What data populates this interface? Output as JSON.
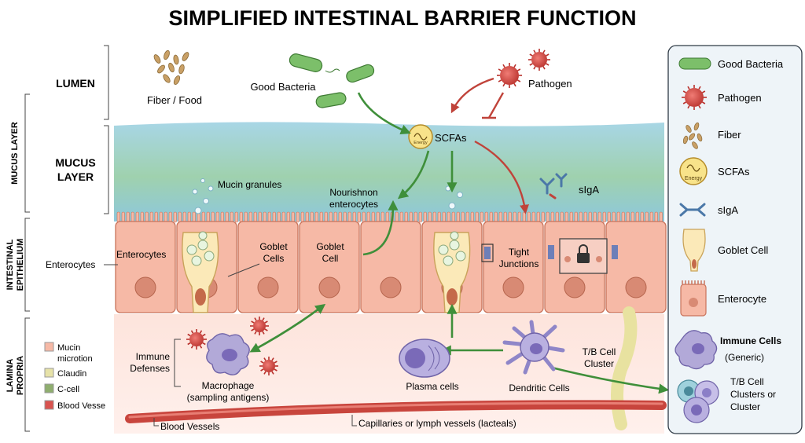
{
  "title": "SIMPLIFIED INTESTINAL BARRIER FUNCTION",
  "left_regions": [
    {
      "text": "MUCUS LAYER",
      "key": "side-mucus"
    },
    {
      "text": "INTESTINAL EPITHELIUM",
      "line1": "INTESTINAL",
      "line2": "EPITHELIUM"
    },
    {
      "text": "LAMINA PROPRIA",
      "line1": "LAMINA",
      "line2": "PROPRIA"
    }
  ],
  "zone_labels": {
    "lumen": "LUMEN",
    "mucus_line1": "MUCUS",
    "mucus_line2": "LAYER"
  },
  "labels": {
    "fiber_food": "Fiber / Food",
    "good_bacteria": "Good Bacteria",
    "pathogen": "Pathogen",
    "scfas": "SCFAs",
    "energy": "Energy",
    "mucin_granules": "Mucin granules",
    "nourish_line1": "Nourishnon",
    "nourish_line2": "enterocytes",
    "siga": "sIgA",
    "enterocytes_left": "Enterocytes",
    "enterocytes_cell": "Enterocytes",
    "goblet_cells_line1": "Goblet",
    "goblet_cells_line2": "Cells",
    "goblet_cell_line1": "Goblet",
    "goblet_cell_line2": "Cell",
    "tight_line1": "Tight",
    "tight_line2": "Junctions",
    "immune_line1": "Immune",
    "immune_line2": "Defenses",
    "macrophage_line1": "Macrophage",
    "macrophage_line2": "(sampling antigens)",
    "plasma_cells": "Plasma cells",
    "dendritic_cells": "Dendritic Cells",
    "tb_line1": "T/B Cell",
    "tb_line2": "Cluster",
    "blood_vessels": "Blood Vessels",
    "capillaries": "Capillaries or lymph vessels (lacteals)"
  },
  "mini_legend": [
    {
      "label": "Mucin",
      "label2": "microtion",
      "color": "#f6b9a6"
    },
    {
      "label": "Claudin",
      "label2": "",
      "color": "#e6e2a8"
    },
    {
      "label": "C-cell",
      "label2": "",
      "color": "#8fae6f"
    },
    {
      "label": "Blood Vesse",
      "label2": "",
      "color": "#d9534f"
    }
  ],
  "legend": [
    {
      "label": "Good Bacteria",
      "icon": "good-bacteria-icon"
    },
    {
      "label": "Pathogen",
      "icon": "pathogen-icon"
    },
    {
      "label": "Fiber",
      "icon": "fiber-icon"
    },
    {
      "label": "SCFAs",
      "sub": "Energy",
      "icon": "scfa-icon"
    },
    {
      "label": "sIgA",
      "icon": "siga-icon"
    },
    {
      "label": "Goblet Cell",
      "icon": "goblet-cell-icon"
    },
    {
      "label": "Enterocyte",
      "icon": "enterocyte-icon"
    },
    {
      "label": "Immune Cells",
      "label2": "(Generic)",
      "icon": "immune-cell-icon"
    },
    {
      "label": "T/B Cell",
      "label2": "Clusters or",
      "label3": "Cluster",
      "icon": "tb-cluster-icon"
    }
  ],
  "colors": {
    "mucus_top": "#a9d7e6",
    "mucus_mid": "#8cc8a0",
    "epithelium": "#f6b9a6",
    "lamina": "#fde8e2",
    "good_arrow": "#3f8f3a",
    "pathogen_arrow": "#c0433a",
    "bacteria": "#7cbf6a",
    "pathogen": "#d64541"
  }
}
